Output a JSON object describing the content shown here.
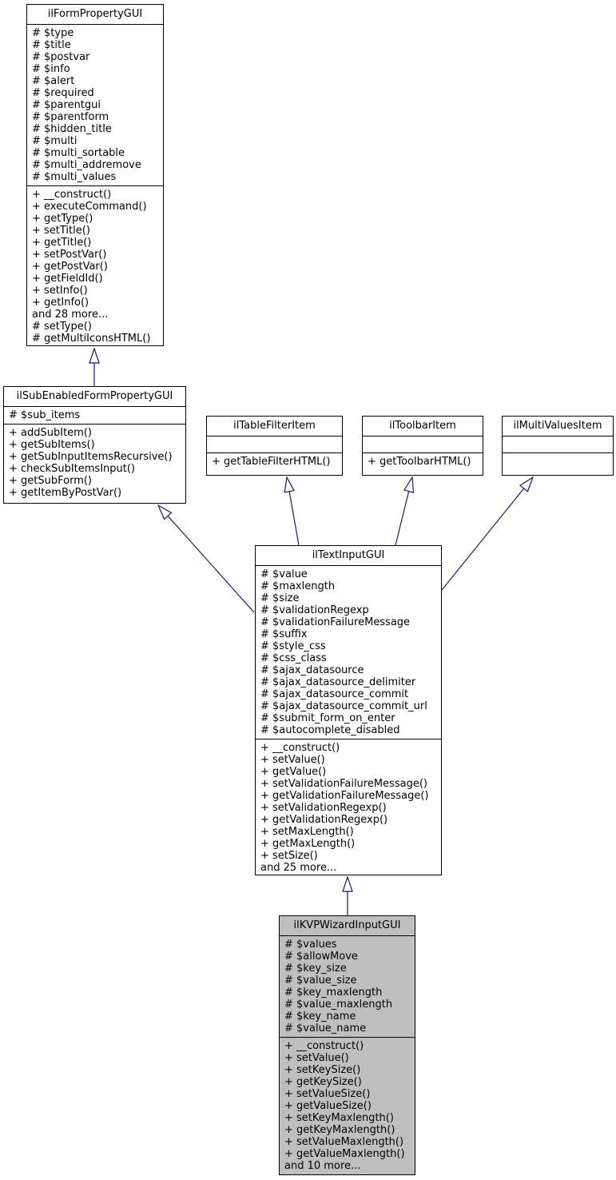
{
  "diagram": {
    "kind": "uml-class-inheritance-graph",
    "colors": {
      "background": "#ffffff",
      "box_fill": "#ffffff",
      "box_border": "#000000",
      "highlight_fill": "#bfbfbf",
      "arrow": "#191970"
    },
    "classes": [
      {
        "name": "ilFormPropertyGUI",
        "highlighted": false,
        "attributes": [
          "# $type",
          "# $title",
          "# $postvar",
          "# $info",
          "# $alert",
          "# $required",
          "# $parentgui",
          "# $parentform",
          "# $hidden_title",
          "# $multi",
          "# $multi_sortable",
          "# $multi_addremove",
          "# $multi_values"
        ],
        "methods": [
          "+ __construct()",
          "+ executeCommand()",
          "+ getType()",
          "+ setTitle()",
          "+ getTitle()",
          "+ setPostVar()",
          "+ getPostVar()",
          "+ getFieldId()",
          "+ setInfo()",
          "+ getInfo()",
          "and 28 more...",
          "# setType()",
          "# getMultiIconsHTML()"
        ]
      },
      {
        "name": "ilSubEnabledFormPropertyGUI",
        "highlighted": false,
        "attributes": [
          "# $sub_items"
        ],
        "methods": [
          "+ addSubItem()",
          "+ getSubItems()",
          "+ getSubInputItemsRecursive()",
          "+ checkSubItemsInput()",
          "+ getSubForm()",
          "+ getItemByPostVar()"
        ]
      },
      {
        "name": "ilTableFilterItem",
        "highlighted": false,
        "attributes": [],
        "methods": [
          "+ getTableFilterHTML()"
        ]
      },
      {
        "name": "ilToolbarItem",
        "highlighted": false,
        "attributes": [],
        "methods": [
          "+ getToolbarHTML()"
        ]
      },
      {
        "name": "ilMultiValuesItem",
        "highlighted": false,
        "attributes": [],
        "methods": []
      },
      {
        "name": "ilTextInputGUI",
        "highlighted": false,
        "attributes": [
          "# $value",
          "# $maxlength",
          "# $size",
          "# $validationRegexp",
          "# $validationFailureMessage",
          "# $suffix",
          "# $style_css",
          "# $css_class",
          "# $ajax_datasource",
          "# $ajax_datasource_delimiter",
          "# $ajax_datasource_commit",
          "# $ajax_datasource_commit_url",
          "# $submit_form_on_enter",
          "# $autocomplete_disabled"
        ],
        "methods": [
          "+ __construct()",
          "+ setValue()",
          "+ getValue()",
          "+ setValidationFailureMessage()",
          "+ getValidationFailureMessage()",
          "+ setValidationRegexp()",
          "+ getValidationRegexp()",
          "+ setMaxLength()",
          "+ getMaxLength()",
          "+ setSize()",
          "and 25 more..."
        ]
      },
      {
        "name": "ilKVPWizardInputGUI",
        "highlighted": true,
        "attributes": [
          "# $values",
          "# $allowMove",
          "# $key_size",
          "# $value_size",
          "# $key_maxlength",
          "# $value_maxlength",
          "# $key_name",
          "# $value_name"
        ],
        "methods": [
          "+ __construct()",
          "+ setValue()",
          "+ setKeySize()",
          "+ getKeySize()",
          "+ setValueSize()",
          "+ getValueSize()",
          "+ setKeyMaxlength()",
          "+ getKeyMaxlength()",
          "+ setValueMaxlength()",
          "+ getValueMaxlength()",
          "and 10 more..."
        ]
      }
    ],
    "relations": [
      {
        "from": "ilSubEnabledFormPropertyGUI",
        "to": "ilFormPropertyGUI",
        "type": "inheritance"
      },
      {
        "from": "ilTextInputGUI",
        "to": "ilSubEnabledFormPropertyGUI",
        "type": "inheritance"
      },
      {
        "from": "ilTextInputGUI",
        "to": "ilTableFilterItem",
        "type": "inheritance"
      },
      {
        "from": "ilTextInputGUI",
        "to": "ilToolbarItem",
        "type": "inheritance"
      },
      {
        "from": "ilTextInputGUI",
        "to": "ilMultiValuesItem",
        "type": "inheritance"
      },
      {
        "from": "ilKVPWizardInputGUI",
        "to": "ilTextInputGUI",
        "type": "inheritance"
      }
    ]
  }
}
